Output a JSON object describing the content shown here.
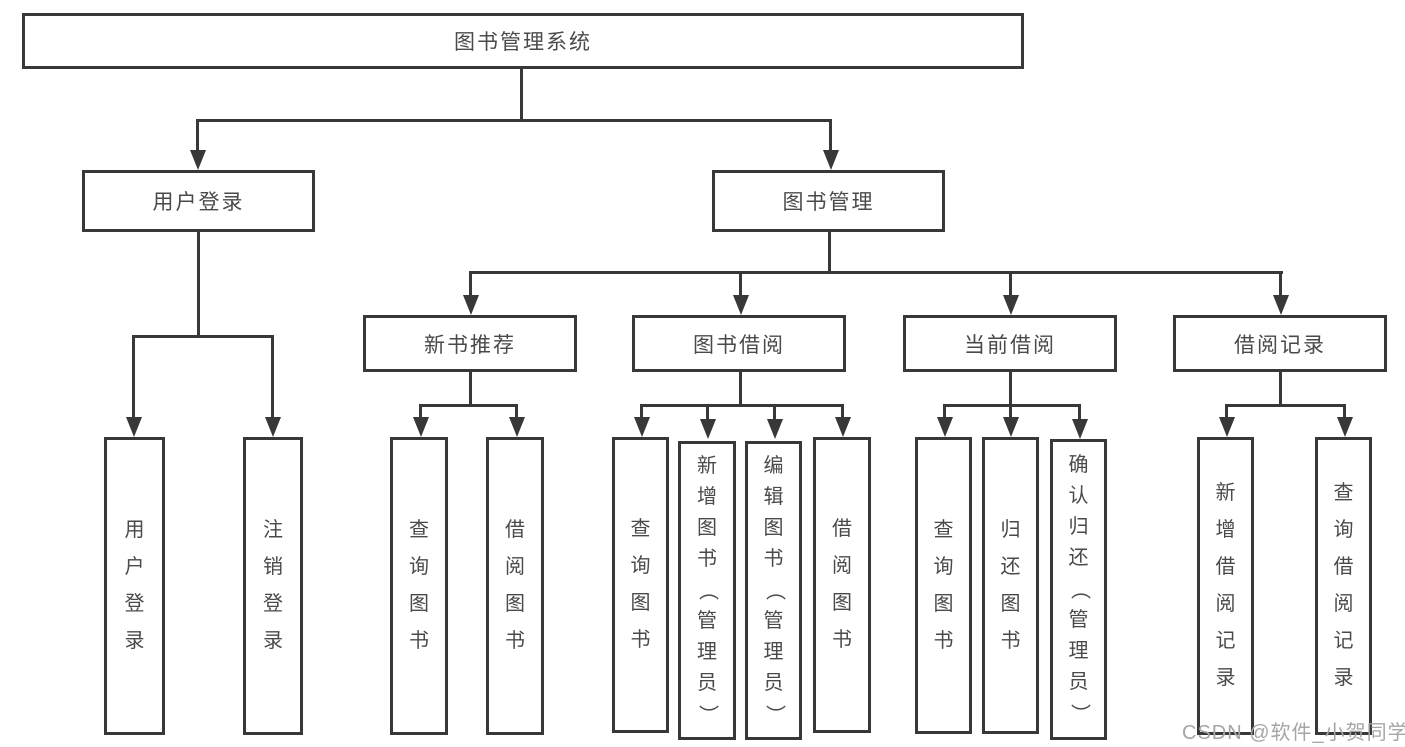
{
  "diagram": {
    "root": {
      "label": "图书管理系统"
    },
    "level2": {
      "user_login": {
        "label": "用户登录"
      },
      "book_mgmt": {
        "label": "图书管理"
      }
    },
    "level3": {
      "new_books": {
        "label": "新书推荐"
      },
      "borrowing": {
        "label": "图书借阅"
      },
      "current": {
        "label": "当前借阅"
      },
      "records": {
        "label": "借阅记录"
      }
    },
    "leaves": {
      "user_login": [
        "用户登录",
        "注销登录"
      ],
      "new_books": [
        "查询图书",
        "借阅图书"
      ],
      "borrowing": [
        "查询图书",
        "新增图书（管理员）",
        "编辑图书（管理员）",
        "借阅图书"
      ],
      "current": [
        "查询图书",
        "归还图书",
        "确认归还（管理员）"
      ],
      "records": [
        "新增借阅记录",
        "查询借阅记录"
      ]
    }
  },
  "watermark": {
    "text": "CSDN @软件_小贺同学"
  },
  "colors": {
    "line": "#383838",
    "text": "#4a4a4a",
    "watermark": "#a6a6a6",
    "background": "#ffffff"
  }
}
